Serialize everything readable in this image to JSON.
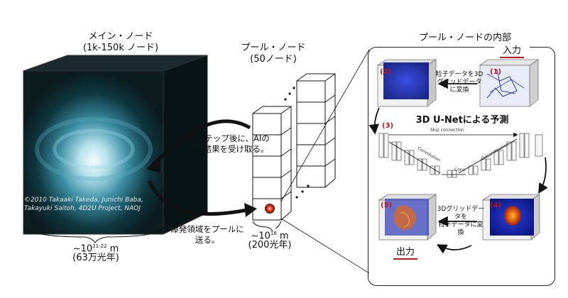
{
  "main_node": {
    "title": "メイン・ノード",
    "subtitle": "(1k-150k ノード)",
    "size_value": "~10",
    "size_exp": "21-22",
    "size_unit": " m",
    "size_years": "(63万光年)",
    "credit": [
      "©2010 Takaaki Takeda, Junichi Baba,",
      "Takayuki Saitoh, 4D2U Project, NAOJ"
    ]
  },
  "pool_node": {
    "title": "プール・ノード",
    "subtitle": "(50ノード)",
    "size_value": "~10",
    "size_exp": "18",
    "size_unit": " m",
    "size_years": "(200光年)"
  },
  "arrows": {
    "return_label": "50ステップ後に、AIの\n予測結果を受け取る。",
    "send_label": "爆発領域をプールに\n送る。"
  },
  "inside": {
    "title": "プール・ノードの内部",
    "input_label": "入力",
    "output_label": "出力",
    "unet_label": "3D U-Netによる予測",
    "step1": "(1)",
    "step2": "(2)",
    "step3": "(3)",
    "step4": "(4)",
    "step5": "(5)",
    "convert_to_grid": "粒子データを3D\nグリッドデータに変換",
    "convert_to_particle": "3Dグリッドデータを\n粒子データに変換",
    "unet_parts": {
      "skip": "Skip connection",
      "conv": "Convolution",
      "deconv": "Deconvolution",
      "conv_mid": "Conv."
    }
  },
  "colors": {
    "step_red": "#c0151b",
    "galaxy_bg": "#0b1b1e",
    "voxel_blue": "#1f2fc0"
  }
}
